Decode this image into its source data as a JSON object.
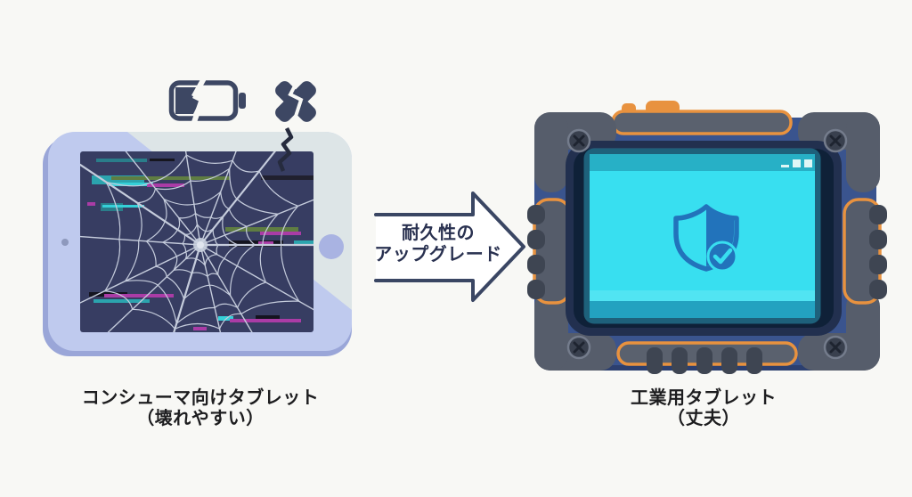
{
  "page": {
    "background_color": "#f8f8f5"
  },
  "left_panel": {
    "status_icons": [
      {
        "name": "broken-battery-icon",
        "color": "#3d4763"
      },
      {
        "name": "broken-x-icon",
        "color": "#3d4763"
      }
    ],
    "device": {
      "type": "consumer-tablet",
      "body_color": "#bfcaee",
      "highlight_color": "#dde5e7",
      "screen_color": "#373d62",
      "crack_color": "#c5ccdc",
      "glitch_colors": {
        "teal": "#2ba4ae",
        "cyan": "#35d0d8",
        "green": "#5f7d42",
        "magenta": "#aa3ca6",
        "black": "#16161f"
      }
    },
    "caption": {
      "line1": "コンシューマ向けタブレット",
      "line2": "（壊れやすい）"
    }
  },
  "upgrade_arrow": {
    "direction": "right",
    "outline_color": "#3a4663",
    "label": {
      "line1": "耐久性の",
      "line2": "アップグレード"
    }
  },
  "right_panel": {
    "device": {
      "type": "industrial-rugged-tablet",
      "body_color": "#3a548e",
      "bumper_color": "#565d6b",
      "accent_color": "#e8923f",
      "bezel_color": "#22304f",
      "screen_color": "#38dff0",
      "titlebar_color": "#27b0c6",
      "shield_color": "#2273bb"
    },
    "screen_icon": "shield-check-icon",
    "window_controls": [
      "minimize",
      "square",
      "square"
    ],
    "caption": {
      "line1": "工業用タブレット",
      "line2": "（丈夫）"
    }
  }
}
